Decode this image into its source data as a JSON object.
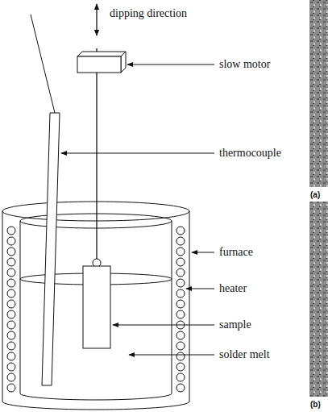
{
  "diagram": {
    "labels": [
      "dipping direction",
      "slow motor",
      "thermocouple",
      "furnace",
      "heater",
      "sample",
      "solder melt",
      "(a)",
      "(b)"
    ]
  }
}
